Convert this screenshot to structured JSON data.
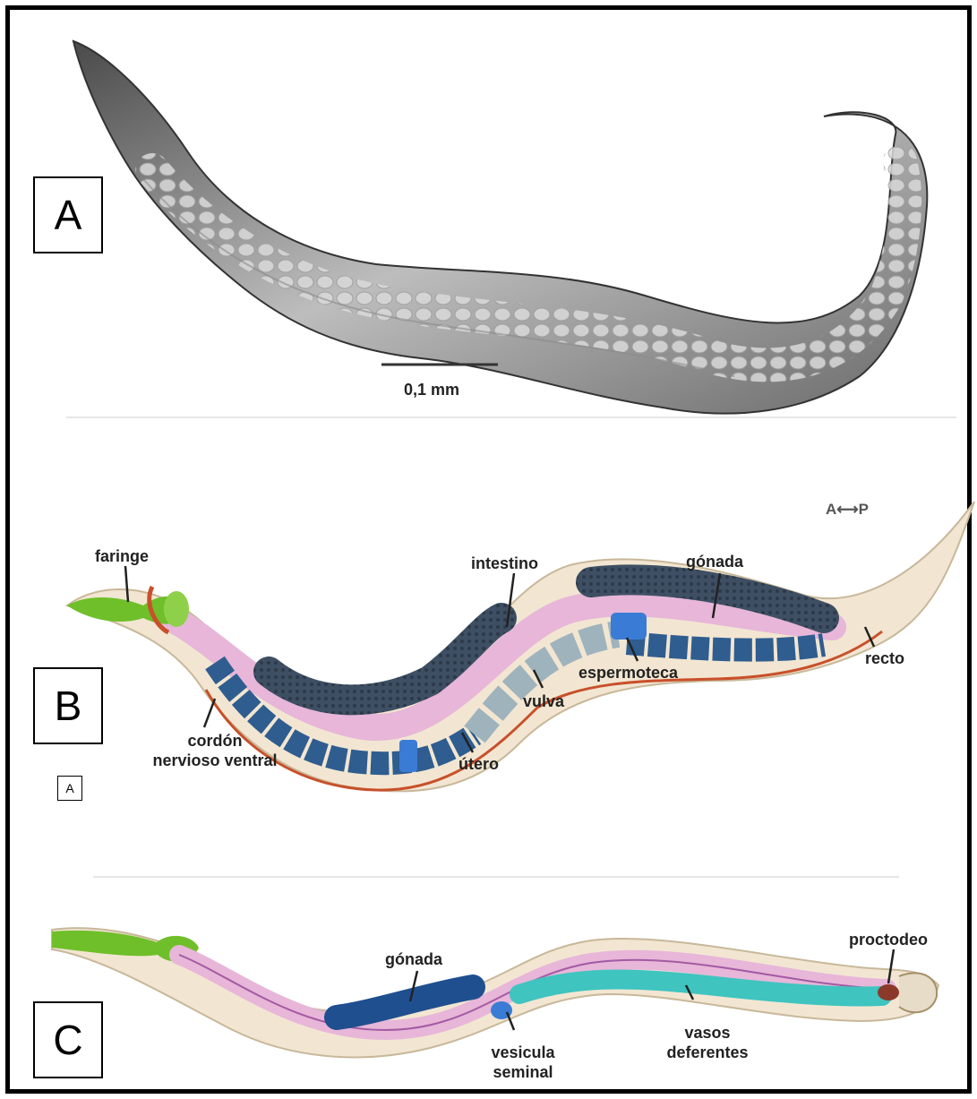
{
  "panels": [
    {
      "letter": "A"
    },
    {
      "letter": "B"
    },
    {
      "letter": "C"
    }
  ],
  "small_box": "A",
  "panel_a": {
    "scale_bar": "0,1 mm"
  },
  "panel_b": {
    "orientation": "A⟷P",
    "labels": {
      "faringe": "faringe",
      "intestino": "intestino",
      "gonada": "gónada",
      "recto": "recto",
      "espermoteca": "espermoteca",
      "vulva": "vulva",
      "cordon_1": "cordón",
      "cordon_2": "nervioso ventral",
      "utero": "útero"
    }
  },
  "panel_c": {
    "labels": {
      "gonada": "gónada",
      "proctodeo": "proctodeo",
      "vasos_1": "vasos",
      "vasos_2": "deferentes",
      "vesicula_1": "vesicula",
      "vesicula_2": "seminal"
    }
  },
  "colors": {
    "body": "#f2e6d2",
    "pharynx": "#6fbf2a",
    "intestine": "#e7b6d8",
    "gonad": "#3e4f63",
    "oocyte": "#2f5d8f",
    "egg": "#9fb3bc",
    "sperm": "#3a7bd5",
    "vas_deferens": "#3fc4c0",
    "nerve": "#c8502a"
  }
}
